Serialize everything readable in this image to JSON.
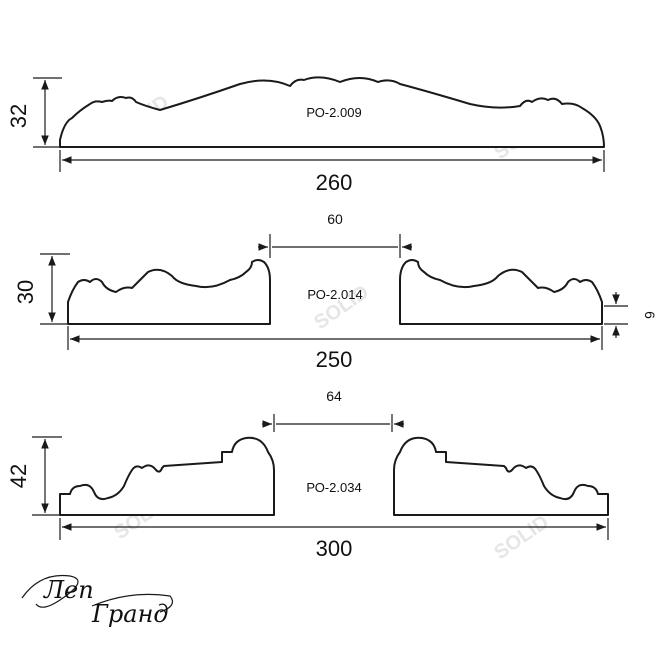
{
  "profiles": [
    {
      "code": "РО-2.009",
      "width": "260",
      "height": "32"
    },
    {
      "code": "РО-2.014",
      "width": "250",
      "height": "30",
      "gap": "60",
      "base": "6"
    },
    {
      "code": "РО-2.034",
      "width": "300",
      "height": "42",
      "gap": "64"
    }
  ],
  "logo": {
    "line1": "Леп",
    "line2": "Гранд"
  },
  "watermark": "SOLID"
}
